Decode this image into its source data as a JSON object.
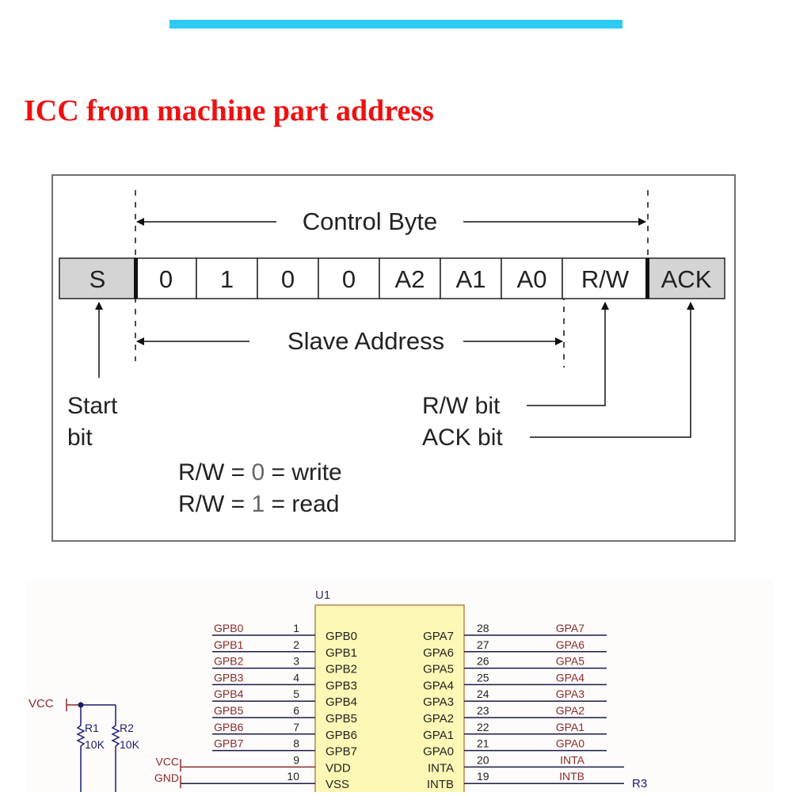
{
  "header": {
    "accent_bar_color": "#2ecbf6"
  },
  "title": "ICC from machine part address",
  "control_byte_diagram": {
    "control_byte_label": "Control Byte",
    "slave_address_label": "Slave Address",
    "cells": [
      "S",
      "0",
      "1",
      "0",
      "0",
      "A2",
      "A1",
      "A0",
      "R/W",
      "ACK"
    ],
    "start_label_line1": "Start",
    "start_label_line2": "bit",
    "rw_bit_label": "R/W bit",
    "ack_bit_label": "ACK bit",
    "rw_write": {
      "prefix": "R/W = ",
      "value": "0",
      "suffix": " = write"
    },
    "rw_read": {
      "prefix": "R/W = ",
      "value": "1",
      "suffix": " = read"
    }
  },
  "schematic": {
    "chip_ref": "U1",
    "left_pins": [
      {
        "net": "GPB0",
        "num": "1",
        "name": "GPB0"
      },
      {
        "net": "GPB1",
        "num": "2",
        "name": "GPB1"
      },
      {
        "net": "GPB2",
        "num": "3",
        "name": "GPB2"
      },
      {
        "net": "GPB3",
        "num": "4",
        "name": "GPB3"
      },
      {
        "net": "GPB4",
        "num": "5",
        "name": "GPB4"
      },
      {
        "net": "GPB5",
        "num": "6",
        "name": "GPB5"
      },
      {
        "net": "GPB6",
        "num": "7",
        "name": "GPB6"
      },
      {
        "net": "GPB7",
        "num": "8",
        "name": "GPB7"
      },
      {
        "net": "VCC",
        "num": "9",
        "name": "VDD"
      },
      {
        "net": "GND",
        "num": "10",
        "name": "VSS"
      }
    ],
    "right_pins": [
      {
        "net": "GPA7",
        "num": "28",
        "name": "GPA7"
      },
      {
        "net": "GPA6",
        "num": "27",
        "name": "GPA6"
      },
      {
        "net": "GPA5",
        "num": "26",
        "name": "GPA5"
      },
      {
        "net": "GPA4",
        "num": "25",
        "name": "GPA4"
      },
      {
        "net": "GPA3",
        "num": "24",
        "name": "GPA3"
      },
      {
        "net": "GPA2",
        "num": "23",
        "name": "GPA2"
      },
      {
        "net": "GPA1",
        "num": "22",
        "name": "GPA1"
      },
      {
        "net": "GPA0",
        "num": "21",
        "name": "GPA0"
      },
      {
        "net": "INTA",
        "num": "20",
        "name": "INTA"
      },
      {
        "net": "INTB",
        "num": "19",
        "name": "INTB"
      }
    ],
    "vcc_label": "VCC",
    "r1": {
      "ref": "R1",
      "value": "10K"
    },
    "r2": {
      "ref": "R2",
      "value": "10K"
    },
    "r3": {
      "ref": "R3"
    }
  }
}
